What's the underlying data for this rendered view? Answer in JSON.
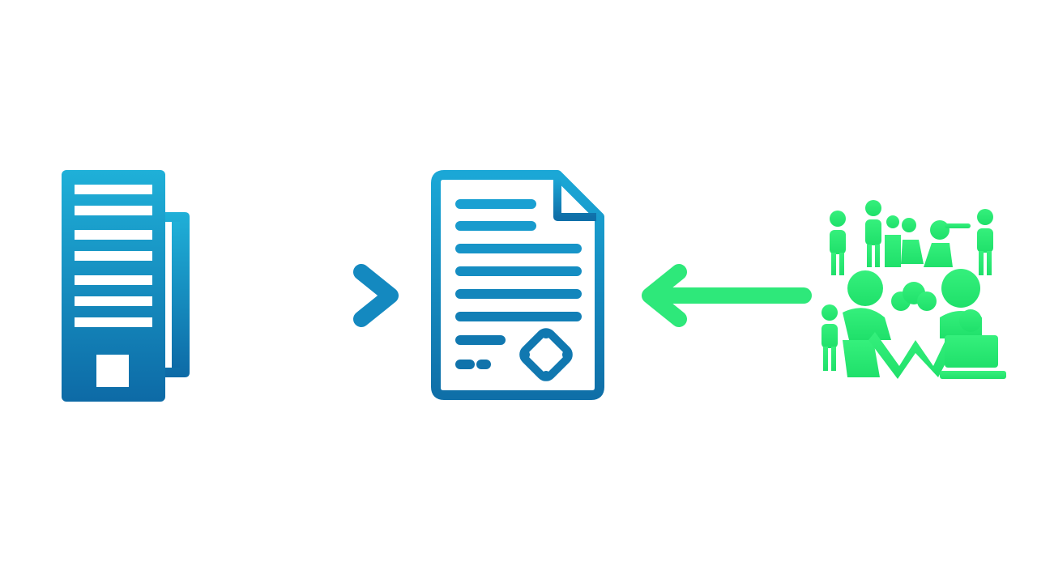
{
  "diagram": {
    "nodes": [
      {
        "id": "source",
        "icon": "office-building-icon"
      },
      {
        "id": "document",
        "icon": "contract-document-icon"
      },
      {
        "id": "people",
        "icon": "team-people-icon"
      }
    ],
    "edges": [
      {
        "from": "source",
        "to": "document",
        "icon": "arrow-right-icon",
        "color": "#1a8fc4"
      },
      {
        "from": "people",
        "to": "document",
        "icon": "arrow-left-icon",
        "color": "#2ee87a"
      }
    ]
  },
  "colors": {
    "blue_top": "#1fb0d8",
    "blue_bottom": "#0d6aa6",
    "green_top": "#35f07c",
    "green_bottom": "#1fe06a",
    "background": "#ffffff"
  }
}
